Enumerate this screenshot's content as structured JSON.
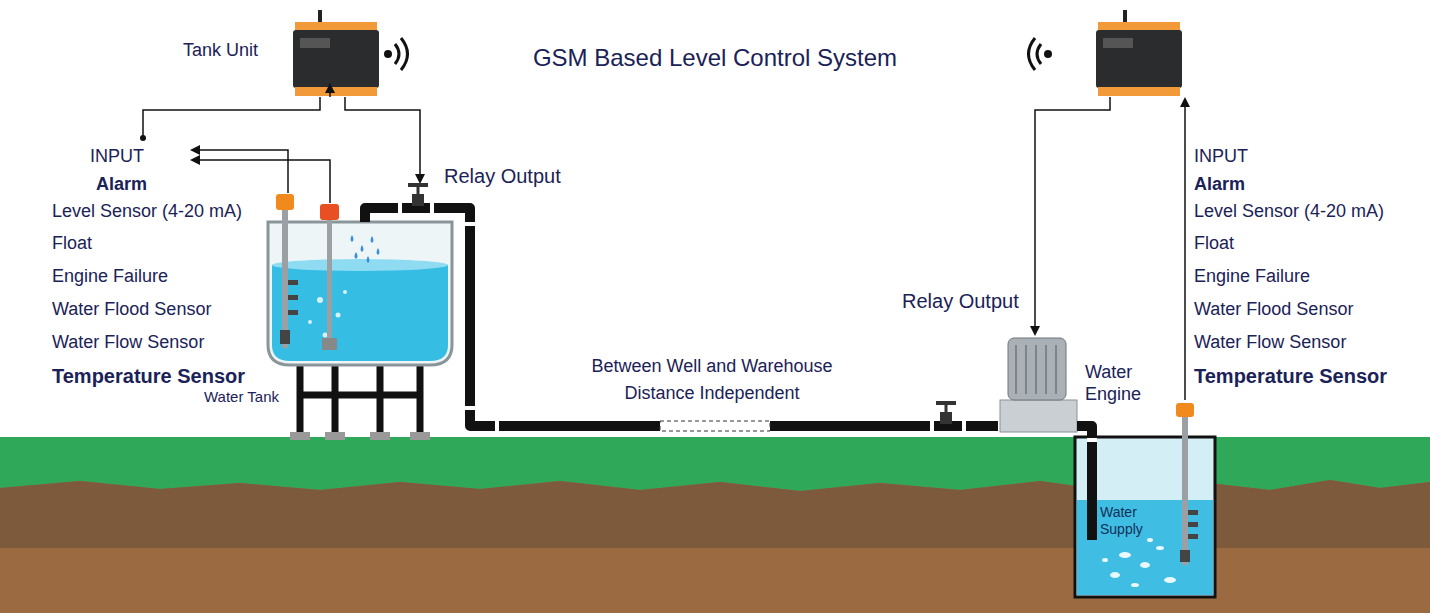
{
  "diagram": {
    "title": "GSM Based Level Control System",
    "nodes": [
      {
        "text": [
          "Tank Unit"
        ]
      },
      {
        "text": [
          "Water Tank"
        ]
      },
      {
        "text": [
          "Water Engine"
        ]
      },
      {
        "text": [
          "Water Supply"
        ]
      }
    ],
    "edges": [
      {
        "from": 2,
        "to": 1,
        "arrow": "none"
      },
      {
        "from": 3,
        "to": 2,
        "arrow": "none"
      }
    ],
    "labels": [
      "INPUT",
      "Alarm",
      "Level Sensor (4-20 mA)",
      "Float",
      "Engine Failure",
      "Water Flood Sensor",
      "Water Flow Sensor",
      "Temperature Sensor",
      "Relay Output",
      "Between Well and Warehouse Distance Independent",
      "Relay Output",
      "INPUT",
      "Alarm",
      "Level Sensor (4-20 mA)",
      "Float",
      "Engine Failure",
      "Water Flood Sensor",
      "Water Flow Sensor",
      "Temperature Sensor"
    ]
  }
}
